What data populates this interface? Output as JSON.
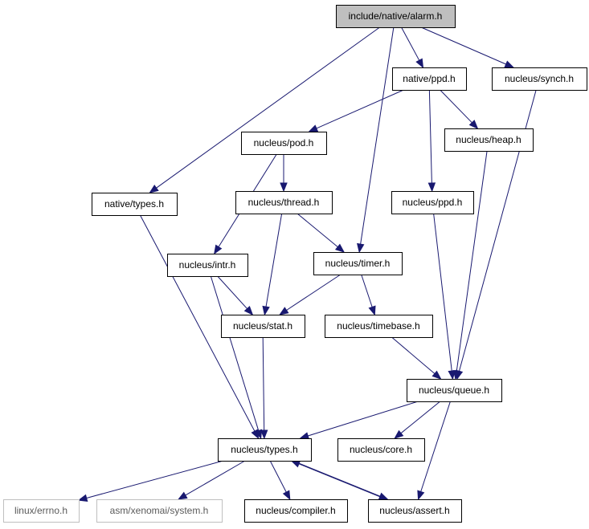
{
  "graph": {
    "nodes": [
      {
        "id": "alarm",
        "label": "include/native/alarm.h",
        "style": "root"
      },
      {
        "id": "native_ppd",
        "label": "native/ppd.h",
        "style": "normal"
      },
      {
        "id": "synch",
        "label": "nucleus/synch.h",
        "style": "normal"
      },
      {
        "id": "pod",
        "label": "nucleus/pod.h",
        "style": "normal"
      },
      {
        "id": "heap",
        "label": "nucleus/heap.h",
        "style": "normal"
      },
      {
        "id": "native_types",
        "label": "native/types.h",
        "style": "normal"
      },
      {
        "id": "thread",
        "label": "nucleus/thread.h",
        "style": "normal"
      },
      {
        "id": "nucleus_ppd",
        "label": "nucleus/ppd.h",
        "style": "normal"
      },
      {
        "id": "intr",
        "label": "nucleus/intr.h",
        "style": "normal"
      },
      {
        "id": "timer",
        "label": "nucleus/timer.h",
        "style": "normal"
      },
      {
        "id": "stat",
        "label": "nucleus/stat.h",
        "style": "normal"
      },
      {
        "id": "timebase",
        "label": "nucleus/timebase.h",
        "style": "normal"
      },
      {
        "id": "queue",
        "label": "nucleus/queue.h",
        "style": "normal"
      },
      {
        "id": "types",
        "label": "nucleus/types.h",
        "style": "normal"
      },
      {
        "id": "core",
        "label": "nucleus/core.h",
        "style": "normal"
      },
      {
        "id": "errno",
        "label": "linux/errno.h",
        "style": "external"
      },
      {
        "id": "system",
        "label": "asm/xenomai/system.h",
        "style": "external"
      },
      {
        "id": "compiler",
        "label": "nucleus/compiler.h",
        "style": "normal"
      },
      {
        "id": "assert",
        "label": "nucleus/assert.h",
        "style": "normal"
      }
    ],
    "edges": [
      [
        "alarm",
        "native_ppd"
      ],
      [
        "alarm",
        "synch"
      ],
      [
        "alarm",
        "native_types"
      ],
      [
        "alarm",
        "timer"
      ],
      [
        "native_ppd",
        "pod"
      ],
      [
        "native_ppd",
        "heap"
      ],
      [
        "native_ppd",
        "nucleus_ppd"
      ],
      [
        "synch",
        "queue"
      ],
      [
        "pod",
        "thread"
      ],
      [
        "pod",
        "intr"
      ],
      [
        "heap",
        "queue"
      ],
      [
        "native_types",
        "types"
      ],
      [
        "thread",
        "timer"
      ],
      [
        "thread",
        "stat"
      ],
      [
        "nucleus_ppd",
        "queue"
      ],
      [
        "intr",
        "stat"
      ],
      [
        "intr",
        "types"
      ],
      [
        "timer",
        "stat"
      ],
      [
        "timer",
        "timebase"
      ],
      [
        "stat",
        "types"
      ],
      [
        "timebase",
        "queue"
      ],
      [
        "queue",
        "types"
      ],
      [
        "queue",
        "core"
      ],
      [
        "queue",
        "assert"
      ],
      [
        "types",
        "errno"
      ],
      [
        "types",
        "system"
      ],
      [
        "types",
        "compiler"
      ],
      [
        "types",
        "assert"
      ],
      [
        "assert",
        "types"
      ]
    ],
    "colors": {
      "root_fill": "#bfbfbf",
      "node_stroke": "#000000",
      "external_stroke": "#bfbfbf",
      "external_text": "#5a5a5a",
      "edge": "#191970"
    }
  }
}
